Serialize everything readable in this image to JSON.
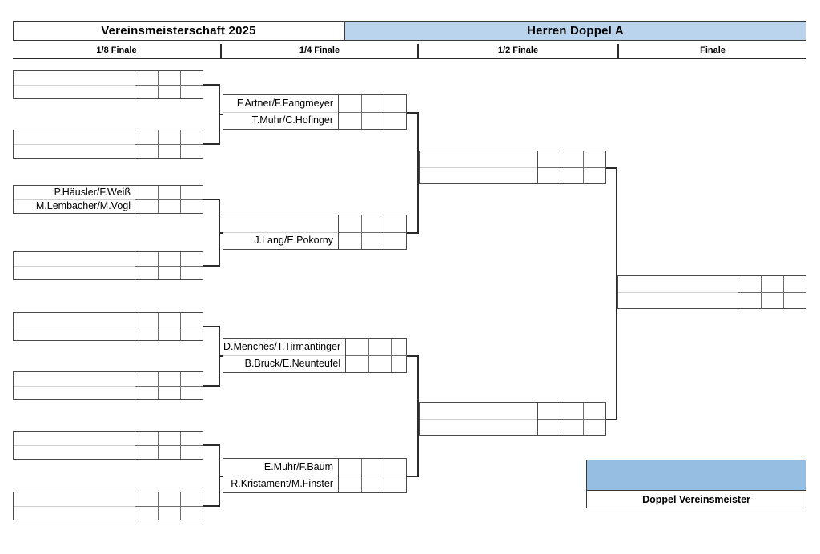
{
  "header": {
    "left_title": "Vereinsmeisterschaft 2025",
    "right_title": "Herren Doppel A",
    "right_bg": "#b9d4ec"
  },
  "rounds": [
    {
      "label": "1/8 Finale"
    },
    {
      "label": "1/4 Finale"
    },
    {
      "label": "1/2 Finale"
    },
    {
      "label": "Finale"
    }
  ],
  "round_of_16": [
    {
      "top": "",
      "bottom": ""
    },
    {
      "top": "",
      "bottom": ""
    },
    {
      "top": "P.Häusler/F.Weiß",
      "bottom": "M.Lembacher/M.Vogl"
    },
    {
      "top": "",
      "bottom": ""
    },
    {
      "top": "",
      "bottom": ""
    },
    {
      "top": "",
      "bottom": ""
    },
    {
      "top": "",
      "bottom": ""
    },
    {
      "top": "",
      "bottom": ""
    }
  ],
  "quarterfinals": [
    {
      "top": "F.Artner/F.Fangmeyer",
      "bottom": "T.Muhr/C.Hofinger"
    },
    {
      "top": "",
      "bottom": "J.Lang/E.Pokorny"
    },
    {
      "top": "D.Menches/T.Tirmantinger",
      "bottom": "B.Bruck/E.Neunteufel"
    },
    {
      "top": "E.Muhr/F.Baum",
      "bottom": "R.Kristament/M.Finster"
    }
  ],
  "semifinals": [
    {
      "top": "",
      "bottom": ""
    },
    {
      "top": "",
      "bottom": ""
    }
  ],
  "final": [
    {
      "top": "",
      "bottom": ""
    }
  ],
  "champion": {
    "label": "Doppel Vereinsmeister",
    "name": "",
    "bg": "#96bee3"
  }
}
